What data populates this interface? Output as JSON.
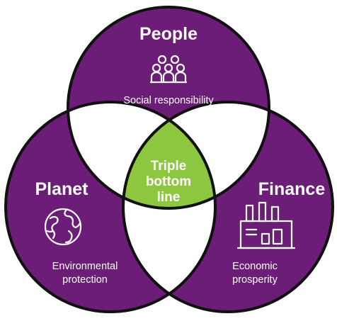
{
  "colors": {
    "circle_fill": "#6c1d77",
    "circle_stroke": "#111111",
    "center_fill": "#8dc63f",
    "overlap_fill": "#ffffff"
  },
  "people": {
    "title": "People",
    "subtitle": "Social responsibility",
    "icon": "people-group-icon"
  },
  "planet": {
    "title": "Planet",
    "subtitle_line1": "Environmental",
    "subtitle_line2": "protection",
    "icon": "globe-icon"
  },
  "finance": {
    "title": "Finance",
    "subtitle_line1": "Economic",
    "subtitle_line2": "prosperity",
    "icon": "factory-icon"
  },
  "center": {
    "line1": "Triple",
    "line2": "bottom",
    "line3": "line"
  }
}
